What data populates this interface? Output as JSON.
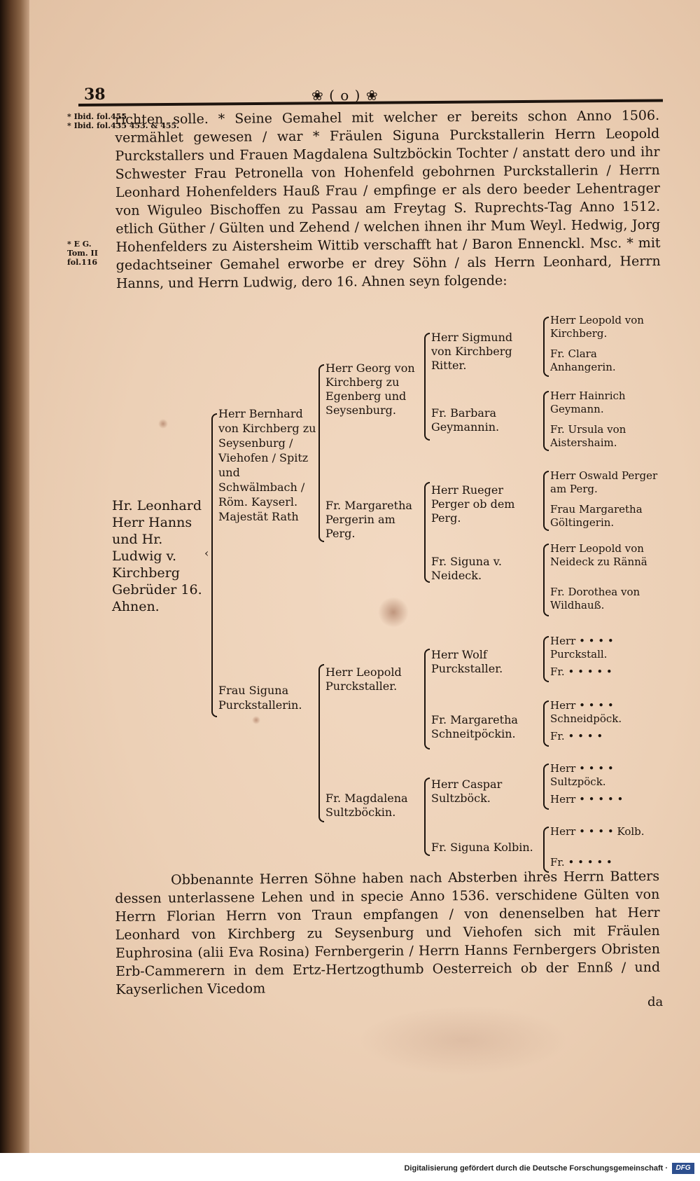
{
  "header": {
    "page_number": "38",
    "ornament": "❀ ( o ) ❀"
  },
  "margin_notes": {
    "note_top": "* Ibid. fol.455\n* Ibid. fol.435 453. & 455.",
    "note_bottom": "* E G. Tom. II fol.116"
  },
  "paragraph_1": "richten solle. * Seine Gemahel mit welcher er bereits schon Anno 1506. vermählet gewesen / war * Fräulen Siguna Purckstallerin Herrn Leopold Purckstallers und Frauen Magdalena Sultzböckin Tochter / anstatt dero und ihr Schwester Frau Petronella von Hohenfeld gebohrnen Purckstallerin / Herrn Leonhard Hohenfelders Hauß Frau / empfinge er als dero beeder Lehentrager von Wiguleo Bischoffen zu Passau am Freytag S. Ruprechts-Tag Anno 1512. etlich Güther / Gülten und Zehend / welchen ihnen ihr Mum Weyl. Hedwig, Jorg Hohenfelders zu Aistersheim Wittib verschafft hat / Baron Ennenckl. Msc. * mit gedachtseiner Gemahel erworbe er drey Söhn / als Herrn Leonhard, Herrn Hanns, und Herrn Ludwig, dero 16. Ahnen seyn folgende:",
  "genealogy": {
    "root": "Hr. Leonhard Herr Hanns und Hr. Ludwig v. Kirchberg Gebrüder 16. Ahnen.",
    "father": "Herr Bernhard von Kirchberg zu Seysenburg / Viehofen / Spitz und Schwälmbach / Röm. Kayserl. Majestät Rath",
    "mother": "Frau Siguna Purckstallerin.",
    "ff": "Herr Georg von Kirchberg zu Egenberg und Seysenburg.",
    "fm": "Fr. Margaretha Pergerin am Perg.",
    "mf": "Herr Leopold Purckstaller.",
    "mm": "Fr. Magdalena Sultzböckin.",
    "fff": "Herr Sigmund von Kirchberg Ritter.",
    "ffm": "Fr. Barbara Geymannin.",
    "fmf": "Herr Rueger Perger ob dem Perg.",
    "fmm": "Fr. Siguna v. Neideck.",
    "mff": "Herr Wolf Purckstaller.",
    "mfm": "Fr. Margaretha Schneitpöckin.",
    "mmf": "Herr Caspar Sultzböck.",
    "mmm": "Fr. Siguna Kolbin.",
    "g4": [
      "Herr Leopold von Kirchberg.",
      "Fr. Clara Anhangerin.",
      "Herr Hainrich Geymann.",
      "Fr. Ursula von Aistershaim.",
      "Herr Oswald Perger am Perg.",
      "Frau Margaretha Göltingerin.",
      "Herr Leopold von Neideck zu Rännä",
      "Fr. Dorothea von Wildhauß.",
      "Herr • • • • Purckstall.",
      "Fr. • • • • •",
      "Herr • • • • Schneidpöck.",
      "Fr. • • • •",
      "Herr • • • • Sultzpöck.",
      "Herr • • • • •",
      "Herr • • • • Kolb.",
      "Fr. • • • • •"
    ]
  },
  "paragraph_2": "Obbenannte Herren Söhne haben nach Absterben ihres Herrn Batters dessen unterlassene Lehen und in specie Anno 1536. verschidene Gülten von Herrn Florian Herrn von Traun empfangen / von denenselben hat Herr Leonhard von Kirchberg zu Seysenburg und Viehofen sich mit Fräulen Euphrosina (alii Eva Rosina) Fernbergerin / Herrn Hanns Fernbergers Obristen Erb-Cammerern in dem Ertz-Hertzogthumb Oesterreich ob der Ennß / und Kayserlichen Vicedom",
  "catchword": "da",
  "footer": {
    "credit": "Digitalisierung gefördert durch die Deutsche Forschungsgemeinschaft ·",
    "logo": "DFG"
  }
}
